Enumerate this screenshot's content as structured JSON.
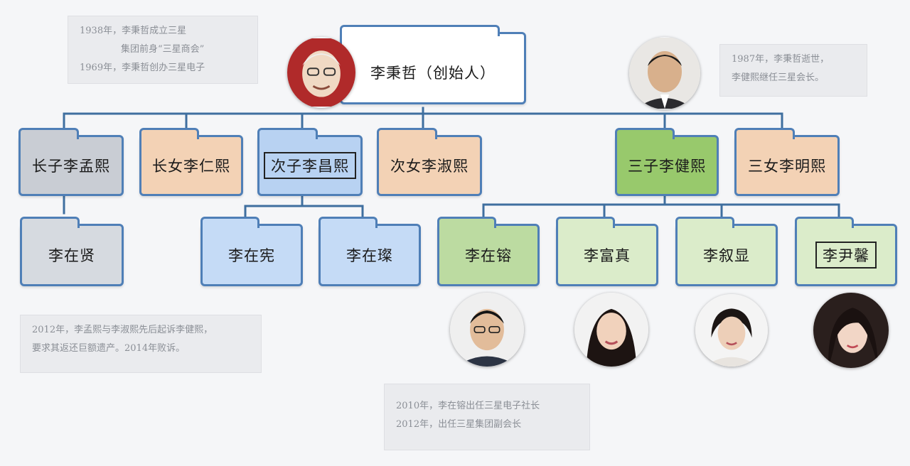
{
  "root": {
    "label": "李秉哲（创始人）"
  },
  "children": [
    {
      "label": "长子李孟熙",
      "color": "#c9cdd4"
    },
    {
      "label": "长女李仁熙",
      "color": "#f3d2b5"
    },
    {
      "label": "次子李昌熙",
      "color": "#b8d2f2",
      "framed": true
    },
    {
      "label": "次女李淑熙",
      "color": "#f3d2b5"
    },
    {
      "label": "三子李健熙",
      "color": "#98c96c"
    },
    {
      "label": "三女李明熙",
      "color": "#f3d2b5"
    }
  ],
  "grandchildren": [
    {
      "label": "李在贤",
      "color": "#d6dae0"
    },
    {
      "label": "李在宪",
      "color": "#c5dbf6"
    },
    {
      "label": "李在璨",
      "color": "#c5dbf6"
    },
    {
      "label": "李在镕",
      "color": "#bcdba1"
    },
    {
      "label": "李富真",
      "color": "#dbecca"
    },
    {
      "label": "李叙显",
      "color": "#dbecca"
    },
    {
      "label": "李尹馨",
      "color": "#dbecca",
      "framed": true
    }
  ],
  "notes": {
    "founding": [
      "1938年，李秉哲成立三星",
      "集团前身“三星商会”",
      "1969年，李秉哲创办三星电子"
    ],
    "succession": [
      "1987年，李秉哲逝世，",
      "李健熙继任三星会长。"
    ],
    "lawsuit": [
      "2012年，李孟熙与李淑熙先后起诉李健熙，",
      "要求其返还巨额遗产。2014年败诉。"
    ],
    "jaeyong": [
      "2010年，李在镕出任三星电子社长",
      "2012年，出任三星集团副会长"
    ]
  },
  "colors": {
    "border": "#4f7fb7",
    "connector": "#3f6f9f",
    "root": "#ffffff"
  }
}
